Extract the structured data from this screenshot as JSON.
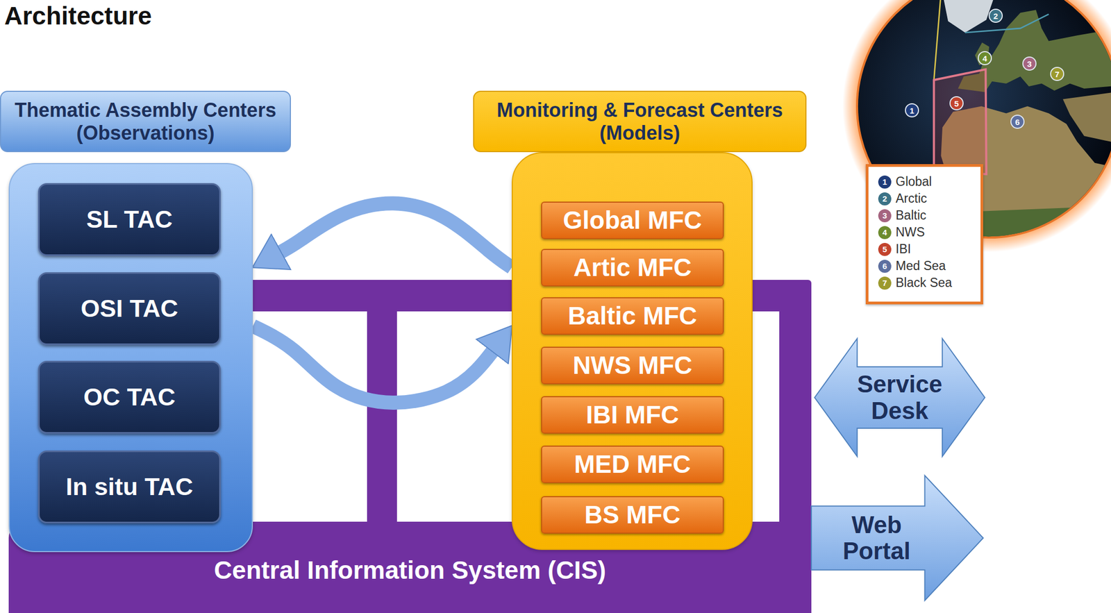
{
  "diagram": {
    "title": "Architecture",
    "nodes": [
      {
        "text": [
          "Thematic Assembly Centers (Observations)"
        ]
      },
      {
        "text": [
          "SL TAC"
        ],
        "in": 0
      },
      {
        "text": [
          "OSI TAC"
        ],
        "in": 0
      },
      {
        "text": [
          "OC TAC"
        ],
        "in": 0
      },
      {
        "text": [
          "In situ TAC"
        ],
        "in": 0
      },
      {
        "text": [
          "Monitoring & Forecast Centers (Models)"
        ]
      },
      {
        "text": [
          "Global MFC"
        ],
        "in": 5
      },
      {
        "text": [
          "Artic MFC"
        ],
        "in": 5
      },
      {
        "text": [
          "Baltic MFC"
        ],
        "in": 5
      },
      {
        "text": [
          "NWS MFC"
        ],
        "in": 5
      },
      {
        "text": [
          "IBI MFC"
        ],
        "in": 5
      },
      {
        "text": [
          "MED MFC"
        ],
        "in": 5
      },
      {
        "text": [
          "BS MFC"
        ],
        "in": 5
      },
      {
        "text": [
          "Central Information System (CIS)"
        ]
      },
      {
        "text": [
          "Service Desk"
        ]
      },
      {
        "text": [
          "Web Portal"
        ]
      }
    ],
    "edges": [
      {
        "from": 5,
        "to": 0,
        "arrow": "to"
      },
      {
        "from": 0,
        "to": 5,
        "arrow": "to"
      }
    ],
    "labels": [
      "1",
      "2",
      "3",
      "4",
      "5",
      "6",
      "7",
      "1",
      "2",
      "3",
      "4",
      "5",
      "6",
      "7"
    ],
    "legend": [
      {
        "text": "Global",
        "color": "#1f3c7a"
      },
      {
        "text": "Arctic",
        "color": "#3b7286"
      },
      {
        "text": "Baltic",
        "color": "#a5647f"
      },
      {
        "text": "NWS",
        "color": "#6c8b2e"
      },
      {
        "text": "IBI",
        "color": "#c2432d"
      },
      {
        "text": "Med Sea",
        "color": "#5d6f9f"
      },
      {
        "text": "Black Sea",
        "color": "#9c9a2e"
      }
    ]
  }
}
